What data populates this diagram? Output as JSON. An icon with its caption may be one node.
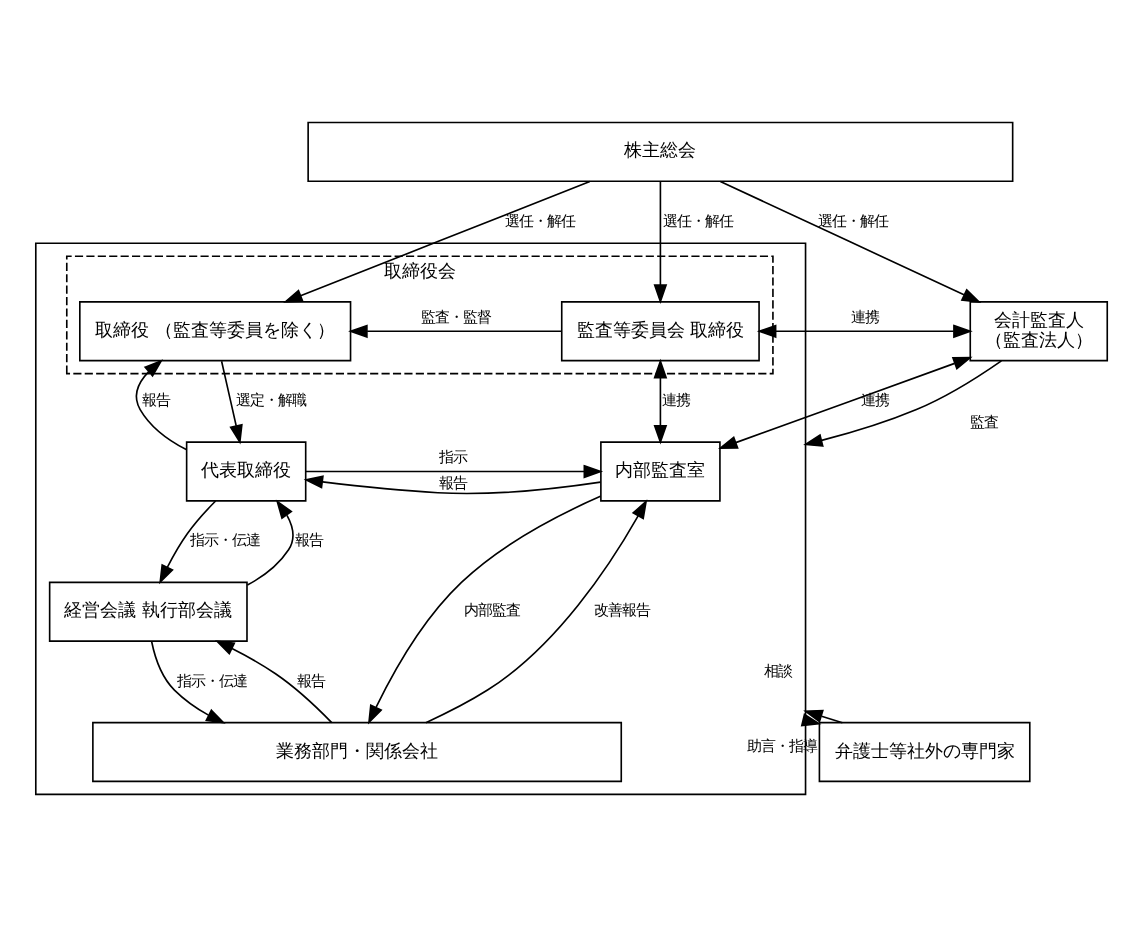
{
  "diagram": {
    "nodes": [
      {
        "text": [
          "株主総会"
        ]
      },
      {
        "text": [],
        "shape": "box"
      },
      {
        "text": [
          "取締役会"
        ],
        "in": 1
      },
      {
        "text": [
          "取締役 （監査等委員を除く）"
        ],
        "in": 2
      },
      {
        "text": [
          "監査等委員会 取締役"
        ],
        "in": 2
      },
      {
        "text": [
          "代表取締役"
        ],
        "in": 1
      },
      {
        "text": [
          "内部監査室"
        ],
        "in": 1
      },
      {
        "text": [
          "経営会議 執行部会議"
        ],
        "in": 1
      },
      {
        "text": [
          "業務部門・関係会社"
        ],
        "in": 1
      },
      {
        "text": [
          "会計監査人",
          "（監査法人）"
        ]
      },
      {
        "text": [
          "弁護士等社外の専門家"
        ]
      }
    ],
    "edges": [
      {
        "from": 0,
        "to": 3,
        "arrow": "to",
        "label": "選任・解任"
      },
      {
        "from": 0,
        "to": 4,
        "arrow": "to",
        "label": "選任・解任"
      },
      {
        "from": 0,
        "to": 9,
        "arrow": "to",
        "label": "選任・解任"
      },
      {
        "from": 4,
        "to": 3,
        "arrow": "to",
        "label": "監査・監督"
      },
      {
        "from": 4,
        "to": 9,
        "arrow": "both",
        "label": "連携"
      },
      {
        "from": 5,
        "to": 3,
        "arrow": "to",
        "label": "報告"
      },
      {
        "from": 3,
        "to": 5,
        "arrow": "to",
        "label": "選定・解職"
      },
      {
        "from": 4,
        "to": 6,
        "arrow": "both",
        "label": "連携"
      },
      {
        "from": 5,
        "to": 6,
        "arrow": "to",
        "label": "指示"
      },
      {
        "from": 6,
        "to": 5,
        "arrow": "to",
        "label": "報告"
      },
      {
        "from": 6,
        "to": 9,
        "arrow": "both",
        "label": "連携"
      },
      {
        "from": 9,
        "to": 1,
        "arrow": "to",
        "label": "監査"
      },
      {
        "from": 7,
        "to": 5,
        "arrow": "to",
        "label": "報告"
      },
      {
        "from": 5,
        "to": 7,
        "arrow": "to",
        "label": "指示・伝達"
      },
      {
        "from": 8,
        "to": 7,
        "arrow": "to",
        "label": "報告"
      },
      {
        "from": 7,
        "to": 8,
        "arrow": "to",
        "label": "指示・伝達"
      },
      {
        "from": 8,
        "to": 6,
        "arrow": "to",
        "label": "改善報告"
      },
      {
        "from": 6,
        "to": 8,
        "arrow": "to",
        "label": "内部監査"
      },
      {
        "from": 1,
        "to": 10,
        "arrow": "to",
        "label": "相談"
      },
      {
        "from": 10,
        "to": 1,
        "arrow": "to",
        "label": "助言・指導"
      }
    ]
  }
}
